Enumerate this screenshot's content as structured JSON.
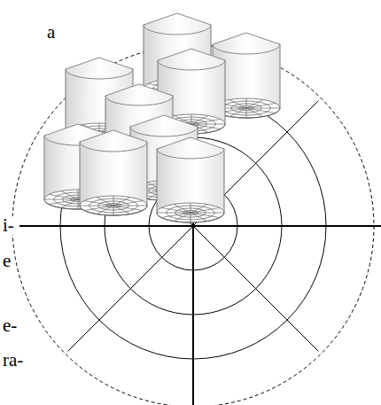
{
  "diagram": {
    "labels": [
      "a",
      "i-",
      "e",
      "e-",
      "ra-"
    ]
  }
}
